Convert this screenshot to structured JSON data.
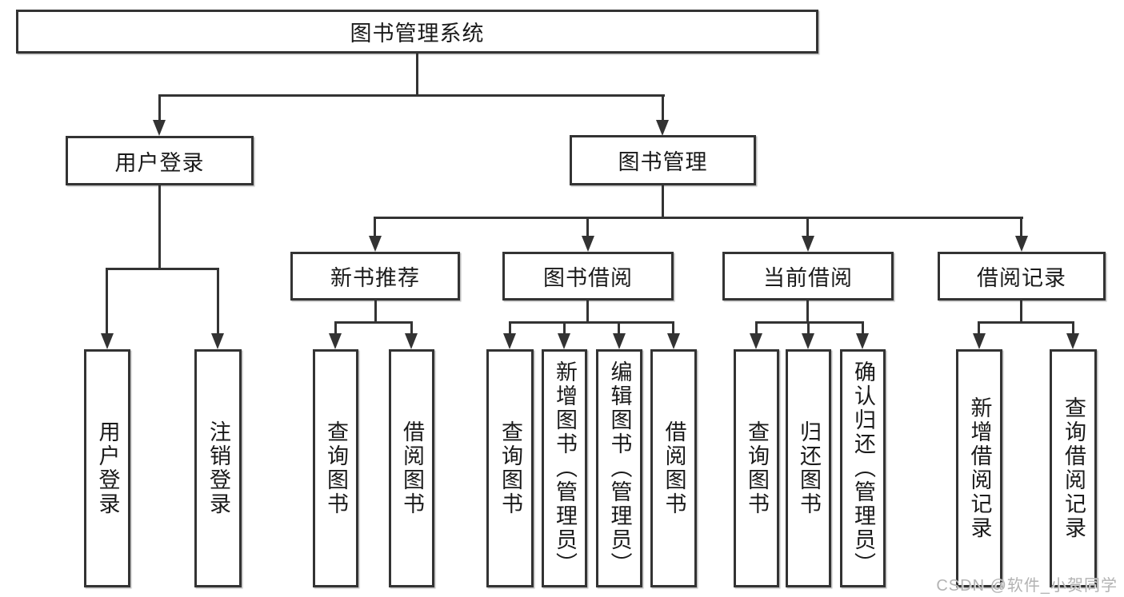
{
  "diagram": {
    "root": "图书管理系统",
    "branches": {
      "user_login": {
        "label": "用户登录",
        "children": [
          "用户登录",
          "注销登录"
        ]
      },
      "book_management": {
        "label": "图书管理",
        "children": {
          "new_book": {
            "label": "新书推荐",
            "children": [
              "查询图书",
              "借阅图书"
            ]
          },
          "borrow": {
            "label": "图书借阅",
            "children": [
              "查询图书",
              "新增图书（管理员）",
              "编辑图书（管理员）",
              "借阅图书"
            ]
          },
          "current": {
            "label": "当前借阅",
            "children": [
              "查询图书",
              "归还图书",
              "确认归还（管理员）"
            ]
          },
          "records": {
            "label": "借阅记录",
            "children": [
              "新增借阅记录",
              "查询借阅记录"
            ]
          }
        }
      }
    }
  },
  "watermark": "CSDN @软件_小贺同学",
  "colors": {
    "line": "#333333",
    "text": "#1a1a1a",
    "background": "#ffffff",
    "watermark": "#b3b3b3"
  }
}
